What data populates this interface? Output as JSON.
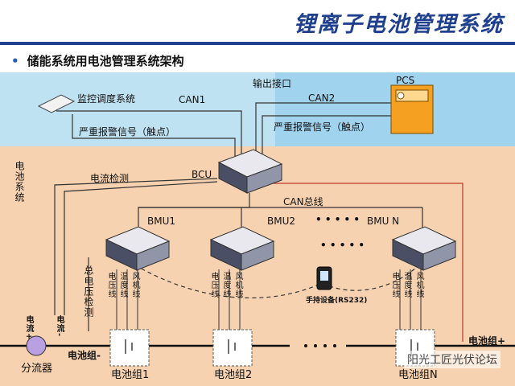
{
  "title": "锂离子电池管理系统",
  "subtitle": "储能系统用电池管理系统架构",
  "labels": {
    "monitor": "监控调度系统",
    "output_if": "输出接口",
    "pcs": "PCS",
    "can1": "CAN1",
    "can2": "CAN2",
    "alarm1": "严重报警信号（触点）",
    "alarm2": "严重报警信号（触点）",
    "battery_system": "电池系统",
    "current_detect": "电流检测",
    "bcu": "BCU",
    "can_bus": "CAN总线",
    "bmu1": "BMU1",
    "bmu2": "BMU2",
    "bmun": "BMU N",
    "dots": "• • • • •",
    "dots2": "• • • • •",
    "total_voltage": "总电压检测",
    "voltage_line": "电压线",
    "temp_line": "温度线",
    "fan_line": "风机线",
    "handheld": "手持设备(RS232)",
    "current_plus": "电流+",
    "current_minus": "电流-",
    "shunt": "分流器",
    "group_minus": "电池组-",
    "group_plus": "电池组+",
    "group1": "电池组1",
    "group2": "电池组2",
    "groupn": "电池组N",
    "watermark": "阳光工匠光伏论坛"
  }
}
